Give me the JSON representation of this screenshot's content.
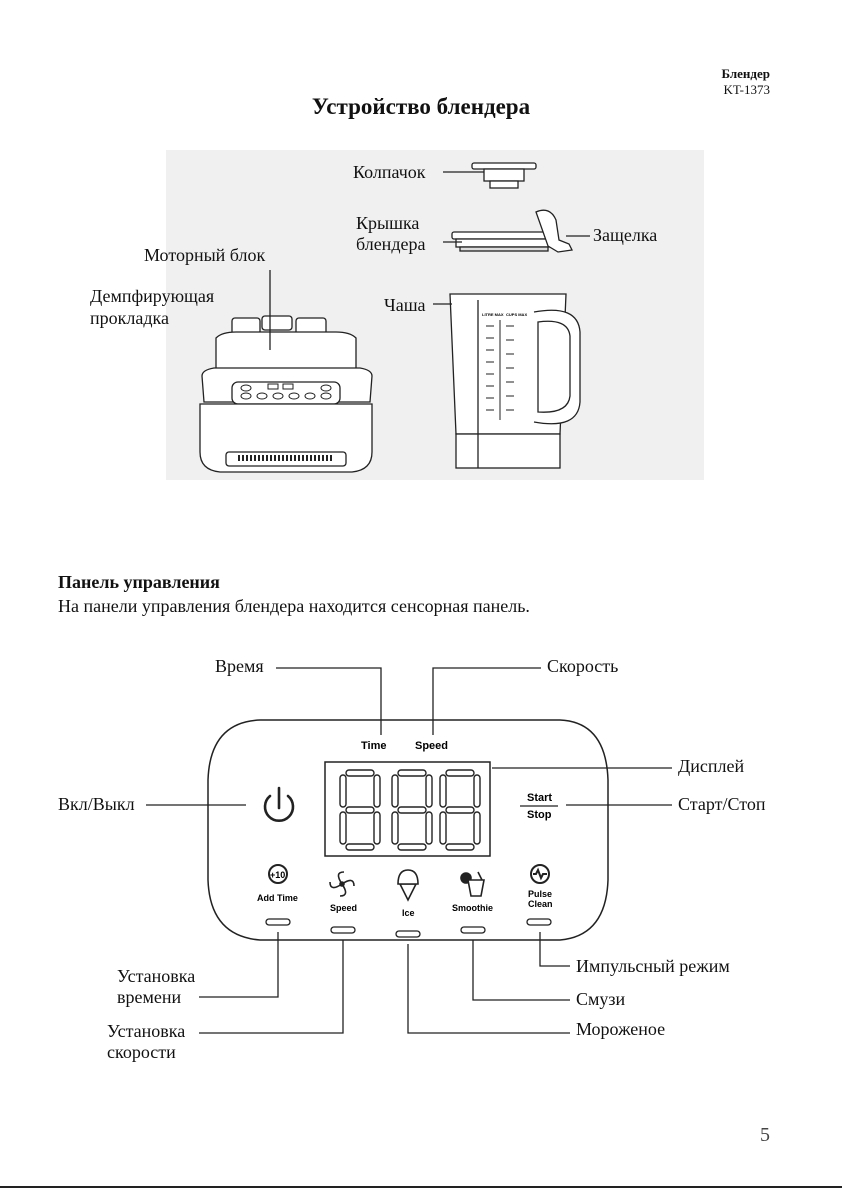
{
  "header": {
    "product": "Блендер",
    "model": "KT-1373"
  },
  "title": "Устройство блендера",
  "device_labels": {
    "cap": "Колпачок",
    "lid_line1": "Крышка",
    "lid_line2": "блендера",
    "latch": "Защелка",
    "motor": "Моторный блок",
    "pad_line1": "Демпфирующая",
    "pad_line2": "прокладка",
    "jug": "Чаша"
  },
  "jug_scale": {
    "left_head": "LITRE MAX",
    "right_head": "CUPS MAX"
  },
  "section": {
    "title": "Панель управления",
    "text": "На панели управления блендера находится сенсорная панель."
  },
  "panel": {
    "time": "Time",
    "speed": "Speed",
    "display": "888",
    "start": "Start",
    "stop": "Stop",
    "buttons": {
      "add_time": "Add Time",
      "speed": "Speed",
      "ice": "Ice",
      "smoothie": "Smoothie",
      "pulse_line1": "Pulse",
      "pulse_line2": "Clean"
    }
  },
  "panel_labels": {
    "time": "Время",
    "speed": "Скорость",
    "display": "Дисплей",
    "power": "Вкл/Выкл",
    "start_stop": "Старт/Стоп",
    "set_time_line1": "Установка",
    "set_time_line2": "времени",
    "set_speed_line1": "Установка",
    "set_speed_line2": "скорости",
    "pulse": "Импульсный режим",
    "smoothie": "Смузи",
    "ice": "Мороженое"
  },
  "page_number": "5"
}
